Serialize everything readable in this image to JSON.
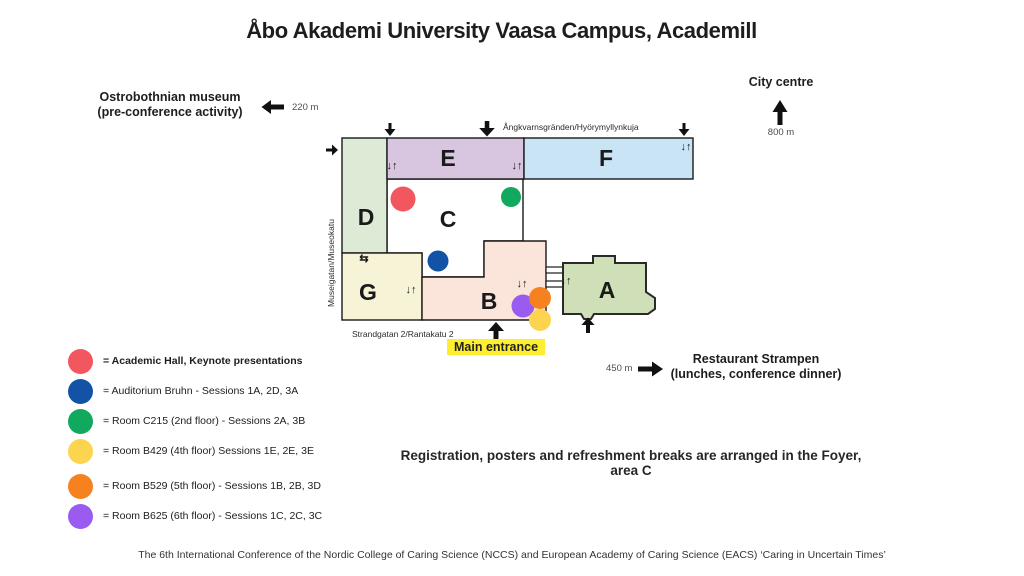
{
  "title": "Åbo Akademi University Vaasa Campus, Academill",
  "directions": {
    "museum": {
      "line1": "Ostrobothnian museum",
      "line2": "(pre-conference activity)",
      "distance": "220 m"
    },
    "city_centre": {
      "label": "City centre",
      "distance": "800 m"
    },
    "restaurant": {
      "line1": "Restaurant Strampen",
      "line2": "(lunches, conference dinner)",
      "distance": "450 m"
    }
  },
  "map": {
    "streets": {
      "north": "Ångkvarnsgränden/Hyörymyllynkuja",
      "west": "Museigatan/Museokatu",
      "south": "Strandgatan 2/Rantakatu 2"
    },
    "main_entrance_label": "Main entrance",
    "stairs_symbol": "↓↑",
    "corridor_symbol": "⇆",
    "buildings": {
      "a": {
        "label": "A",
        "color": "#cfe0b8"
      },
      "b": {
        "label": "B",
        "color": "#fbe4da"
      },
      "c": {
        "label": "C",
        "color": "#ffffff"
      },
      "d": {
        "label": "D",
        "color": "#ddead6"
      },
      "e": {
        "label": "E",
        "color": "#d8c5e0"
      },
      "f": {
        "label": "F",
        "color": "#c9e4f5"
      },
      "g": {
        "label": "G",
        "color": "#f6f3d7"
      }
    },
    "markers": {
      "red": "#f2565e",
      "blue": "#1253a5",
      "green": "#10a95e",
      "yellow": "#fdd44f",
      "orange": "#f5821f",
      "purple": "#9a5cf0"
    },
    "highlight_color": "#fdee30"
  },
  "legend": {
    "items": [
      {
        "color": "#f2565e",
        "label": "= Academic Hall, Keynote presentations"
      },
      {
        "color": "#1253a5",
        "label": "= Auditorium Bruhn - Sessions 1A, 2D, 3A"
      },
      {
        "color": "#10a95e",
        "label": "= Room C215 (2nd floor) - Sessions 2A, 3B"
      },
      {
        "color": "#fdd44f",
        "label": "= Room B429 (4th floor) Sessions 1E, 2E, 3E"
      },
      {
        "color": "#f5821f",
        "label": "= Room B529 (5th floor) - Sessions 1B, 2B, 3D"
      },
      {
        "color": "#9a5cf0",
        "label": "= Room B625 (6th floor) - Sessions  1C, 2C, 3C"
      }
    ]
  },
  "notes": {
    "foyer": "Registration, posters and refreshment breaks are arranged in the Foyer, area C",
    "footer": "The 6th International Conference of the Nordic College of Caring Science (NCCS) and European Academy of Caring Science (EACS) ‘Caring in Uncertain Times’"
  }
}
